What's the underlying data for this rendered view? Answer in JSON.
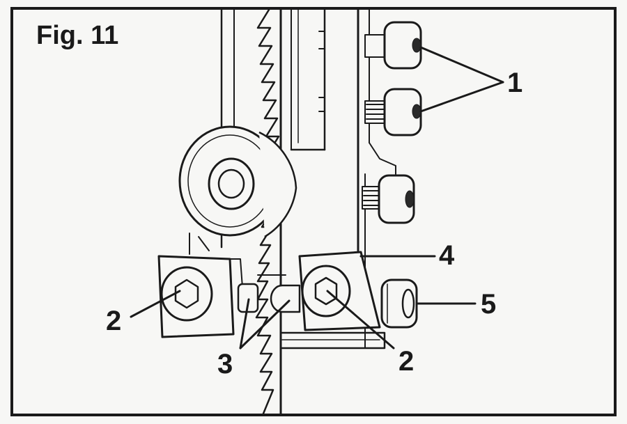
{
  "figure": {
    "title": "Fig. 11",
    "callouts": {
      "c1": "1",
      "c2_left": "2",
      "c2_right": "2",
      "c3": "3",
      "c4": "4",
      "c5": "5"
    }
  },
  "colors": {
    "ink": "#1a1a1a",
    "paper": "#f7f7f5"
  }
}
